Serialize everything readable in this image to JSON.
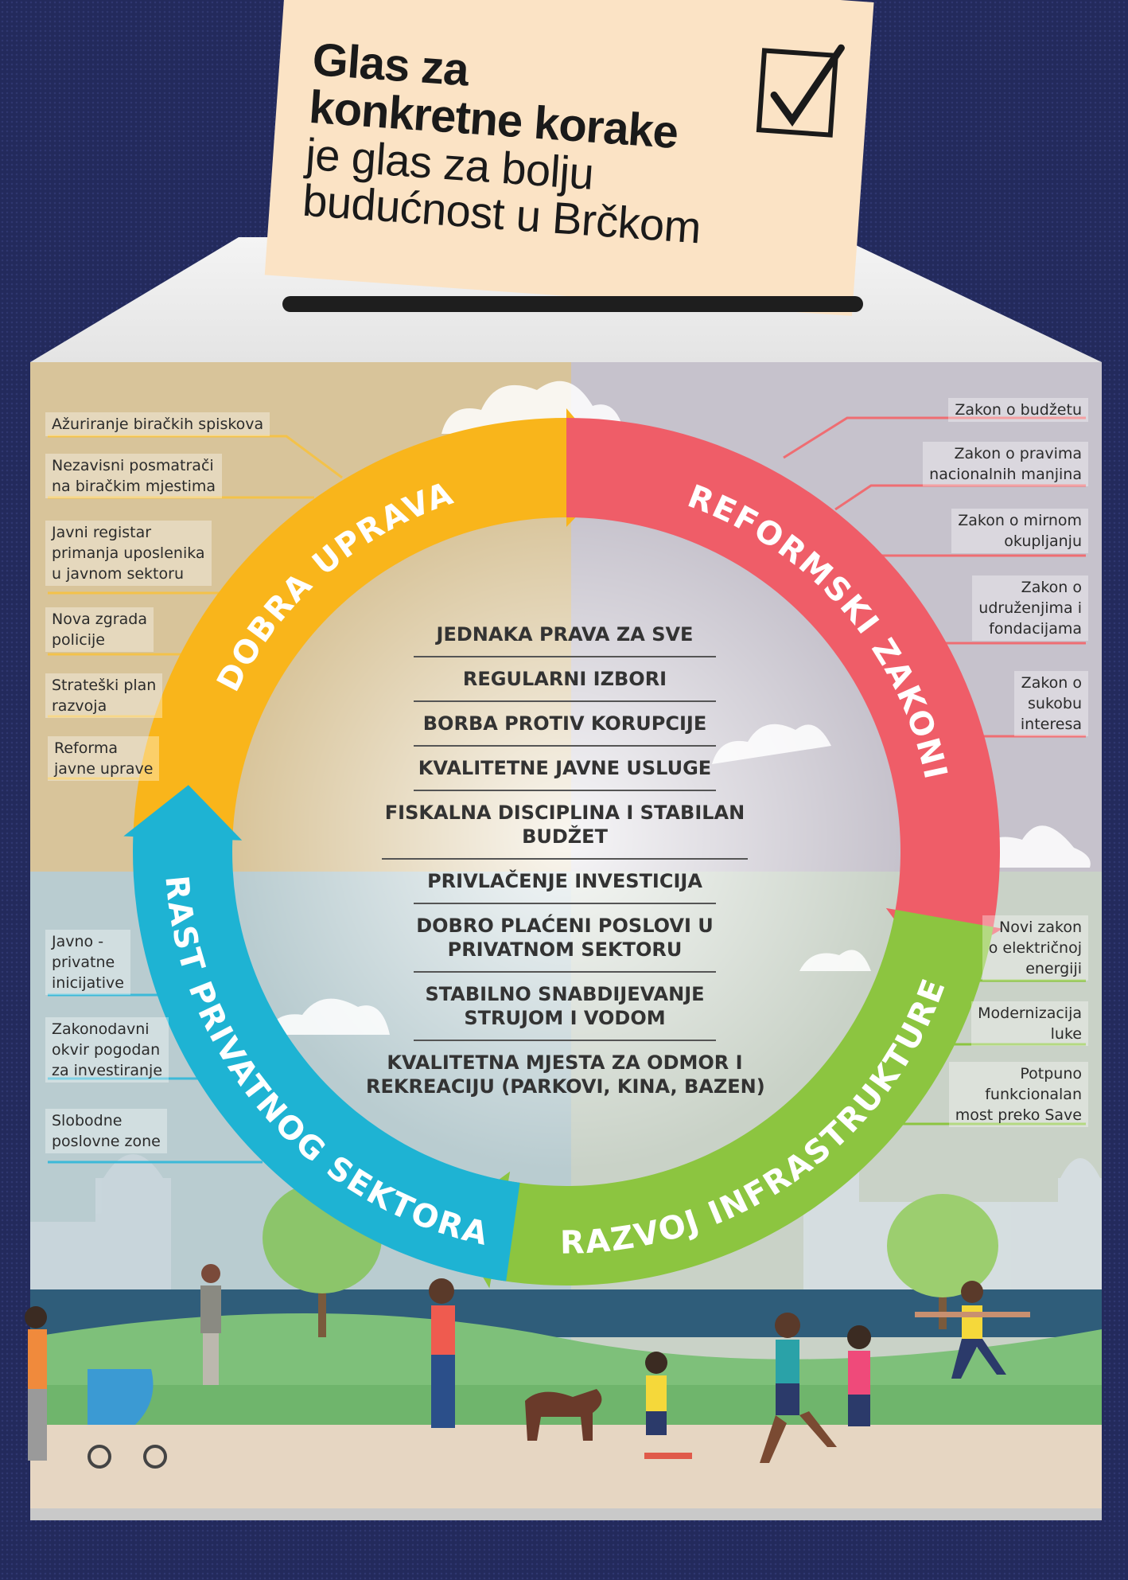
{
  "ballot": {
    "line1": "Glas za",
    "line2": "konkretne korake",
    "line3": "je glas za bolju",
    "line4": "budućnost u Brčkom",
    "check_icon": "checkbox-checked-icon"
  },
  "segments": {
    "dobra_uprava": "DOBRA UPRAVA",
    "reformski_zakoni": "REFORMSKI ZAKONI",
    "razvoj_infrastrukture": "RAZVOJ INFRASTRUKTURE",
    "rast_privatnog_sektora": "RAST PRIVATNOG SEKTORA"
  },
  "colors": {
    "dobra_uprava": "#f9b51b",
    "reformski_zakoni": "#ef5d68",
    "razvoj_infrastrukture": "#8cc540",
    "rast_privatnog_sektora": "#1eb3d3",
    "background": "#232a5c"
  },
  "left_top_labels": [
    "Ažuriranje biračkih spiskova",
    "Nezavisni posmatrači\nna biračkim mjestima",
    "Javni registar\nprimanja uposlenika\nu javnom sektoru",
    "Nova zgrada\npolicije",
    "Strateški plan\nrazvoja",
    "Reforma\njavne uprave"
  ],
  "right_top_labels": [
    "Zakon o budžetu",
    "Zakon o pravima\nnacionalnih manjina",
    "Zakon o mirnom\nokupljanju",
    "Zakon o\nudruženjima i\nfondacijama",
    "Zakon o\nsukobu\ninteresa"
  ],
  "left_bottom_labels": [
    "Javno -\nprivatne\ninicijative",
    "Zakonodavni\nokvir pogodan\nza investiranje",
    "Slobodne\nposlovne zone"
  ],
  "right_bottom_labels": [
    "Novi zakon\no električnoj\nenergiji",
    "Modernizacija\nluke",
    "Potpuno\nfunkcionalan\nmost preko Save"
  ],
  "goals": [
    "JEDNAKA PRAVA ZA SVE",
    "REGULARNI IZBORI",
    "BORBA PROTIV KORUPCIJE",
    "KVALITETNE JAVNE USLUGE",
    "FISKALNA DISCIPLINA I STABILAN BUDŽET",
    "PRIVLAČENJE INVESTICIJA",
    "DOBRO PLAĆENI POSLOVI U\nPRIVATNOM SEKTORU",
    "STABILNO SNABDIJEVANJE\nSTRUJOM I VODOM",
    "KVALITETNA MJESTA ZA ODMOR I\nREKREACIJU (PARKOVI, KINA, BAZEN)"
  ]
}
